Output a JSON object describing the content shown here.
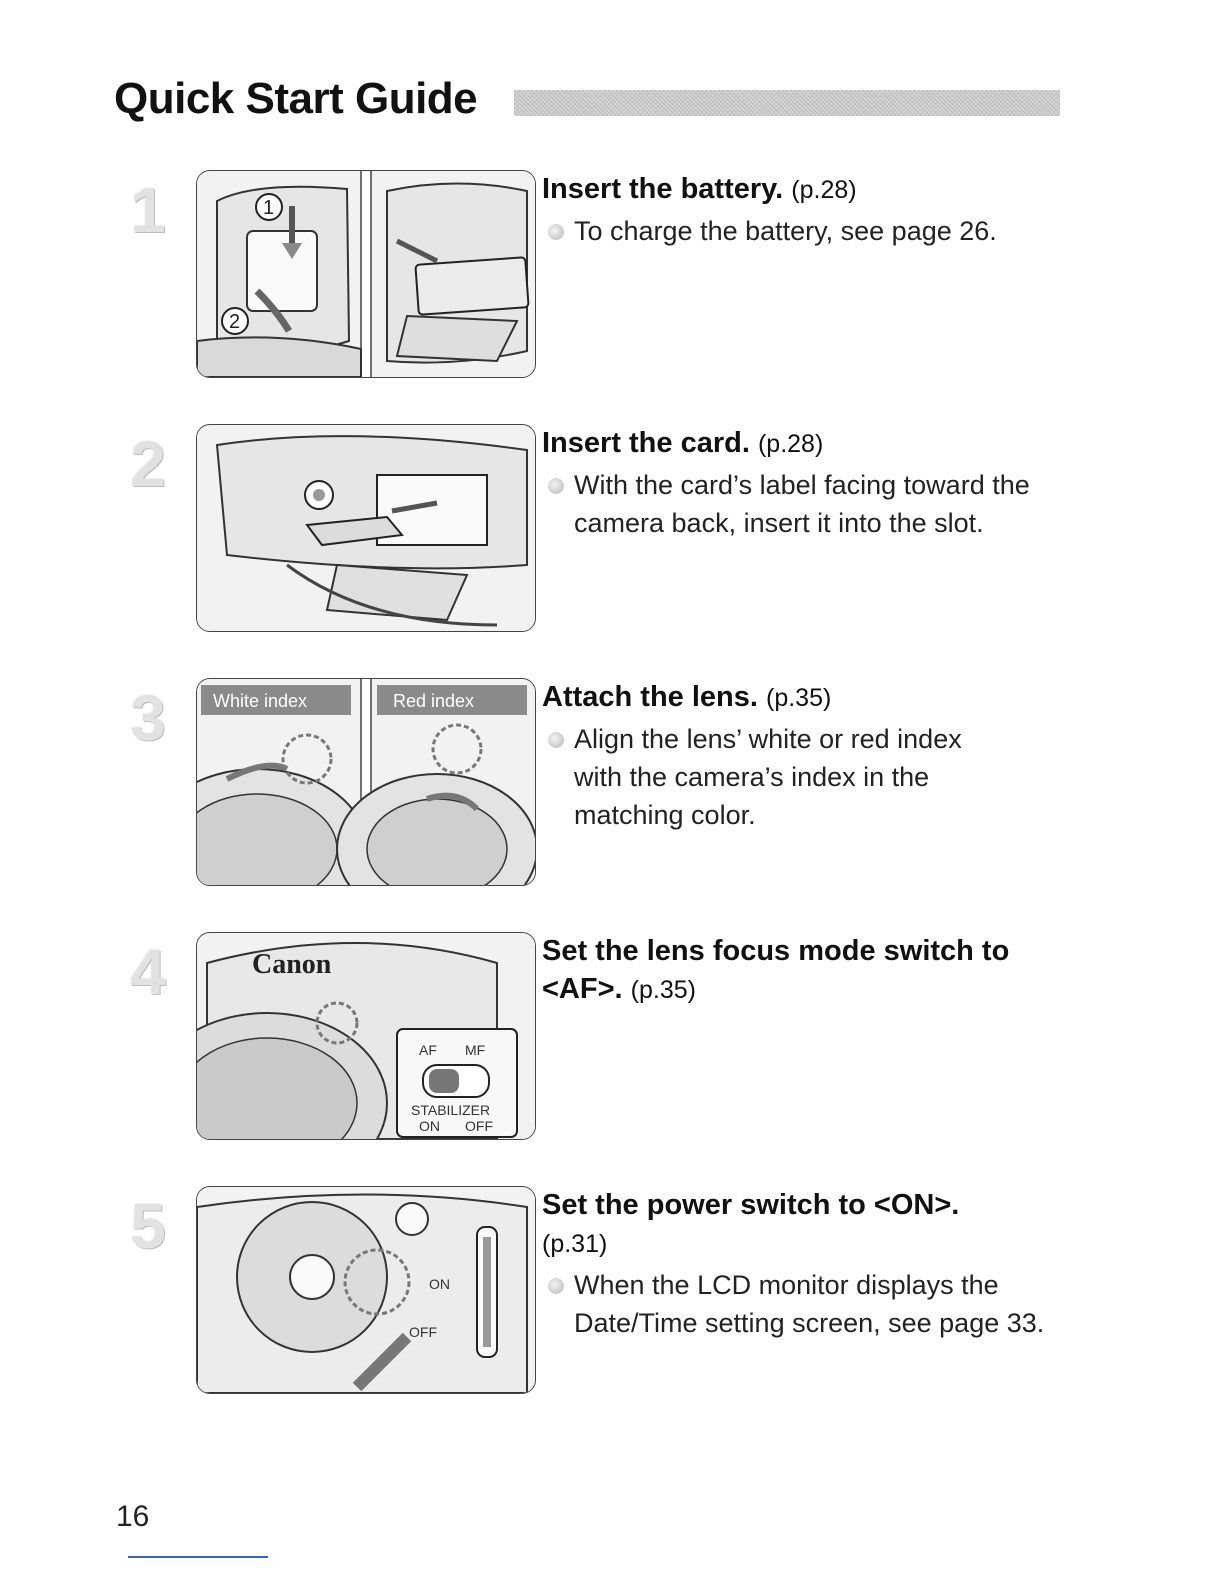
{
  "page": {
    "title": "Quick Start Guide",
    "page_number": "16"
  },
  "steps": [
    {
      "number": "1",
      "heading": "Insert the battery.",
      "page_ref": "(p.28)",
      "bullet": "To charge the battery, see page 26.",
      "image_labels": [
        "1",
        "2"
      ]
    },
    {
      "number": "2",
      "heading": "Insert the card.",
      "page_ref": "(p.28)",
      "bullet": "With the card’s label facing toward the camera back, insert it into the slot."
    },
    {
      "number": "3",
      "heading": "Attach the lens.",
      "page_ref": "(p.35)",
      "bullet": "Align the lens’ white or red index with the camera’s index in the matching color.",
      "image_labels": [
        "White index",
        "Red index"
      ]
    },
    {
      "number": "4",
      "heading": "Set the lens focus mode switch to <AF>.",
      "page_ref": "(p.35)",
      "switch_labels": {
        "af": "AF",
        "mf": "MF",
        "stabilizer": "STABILIZER",
        "on": "ON",
        "off": "OFF"
      }
    },
    {
      "number": "5",
      "heading": "Set the power switch to <ON>.",
      "page_ref": "(p.31)",
      "bullet": "When the LCD monitor displays the Date/Time setting screen, see page 33.",
      "switch_labels": {
        "on": "ON",
        "off": "OFF"
      }
    }
  ]
}
